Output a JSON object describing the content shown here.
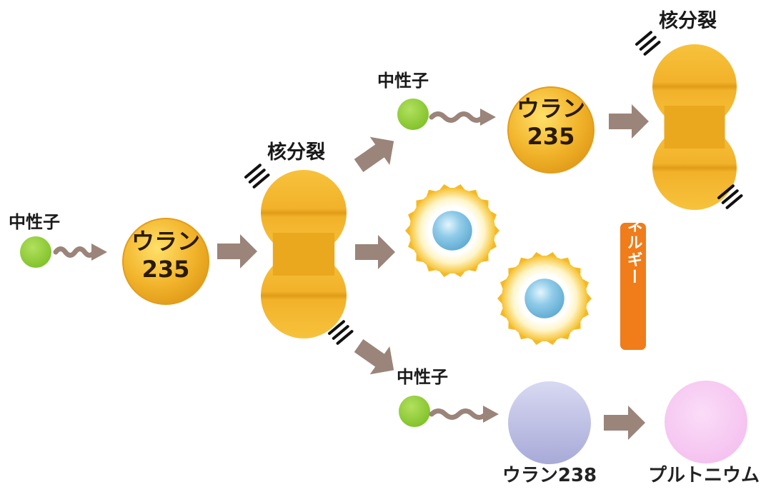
{
  "labels": {
    "neutron": "中性子",
    "fission": "核分裂",
    "uranium235_line1": "ウラン",
    "uranium235_line2": "235",
    "uranium238": "ウラン238",
    "plutonium": "プルトニウム",
    "thermal_energy": "熱エネルギー"
  },
  "colors": {
    "neutron": "#8fcf3a",
    "uranium235": "#f0b32a",
    "uranium238": "#c3c5e8",
    "plutonium": "#f8ccf4",
    "arrow": "#9b8479",
    "energy_badge": "#f07c1a",
    "heat_core": "#8fcbe8"
  },
  "icons": [
    "neutron-particle",
    "wavy-arrow",
    "block-arrow",
    "fission-nucleus",
    "heat-burst",
    "motion-marks"
  ]
}
